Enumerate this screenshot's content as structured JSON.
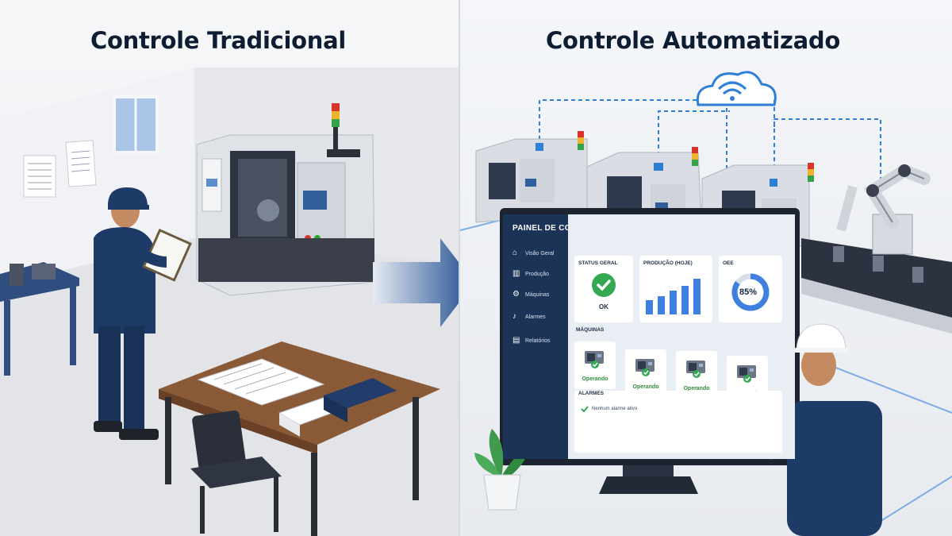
{
  "headings": {
    "left": "Controle Tradicional",
    "right": "Controle Automatizado"
  },
  "dashboard": {
    "title": "PAINEL DE CONTROLE",
    "nav": [
      {
        "label": "Visão Geral",
        "icon": "home-icon"
      },
      {
        "label": "Produção",
        "icon": "chart-icon"
      },
      {
        "label": "Máquinas",
        "icon": "gear-icon"
      },
      {
        "label": "Alarmes",
        "icon": "bell-icon"
      },
      {
        "label": "Relatórios",
        "icon": "document-icon"
      }
    ],
    "status": {
      "label": "STATUS GERAL",
      "value": "OK"
    },
    "production": {
      "label": "PRODUÇÃO (HOJE)",
      "bars": [
        0.35,
        0.45,
        0.6,
        0.72,
        0.9
      ]
    },
    "oee": {
      "label": "OEE",
      "value": "85%",
      "fraction": 0.85
    },
    "machines": {
      "label": "MÁQUINAS",
      "items": [
        {
          "status": "Operando"
        },
        {
          "status": "Operando"
        },
        {
          "status": "Operando"
        },
        {
          "status": "Operando"
        }
      ]
    },
    "alarms": {
      "label": "ALARMES",
      "text": "Nenhum alarme ativo"
    }
  },
  "colors": {
    "navy": "#1c3358",
    "uniform": "#1e3a66",
    "accent": "#3f7fe0",
    "ok": "#34a853",
    "cloud": "#2f7fd6"
  }
}
